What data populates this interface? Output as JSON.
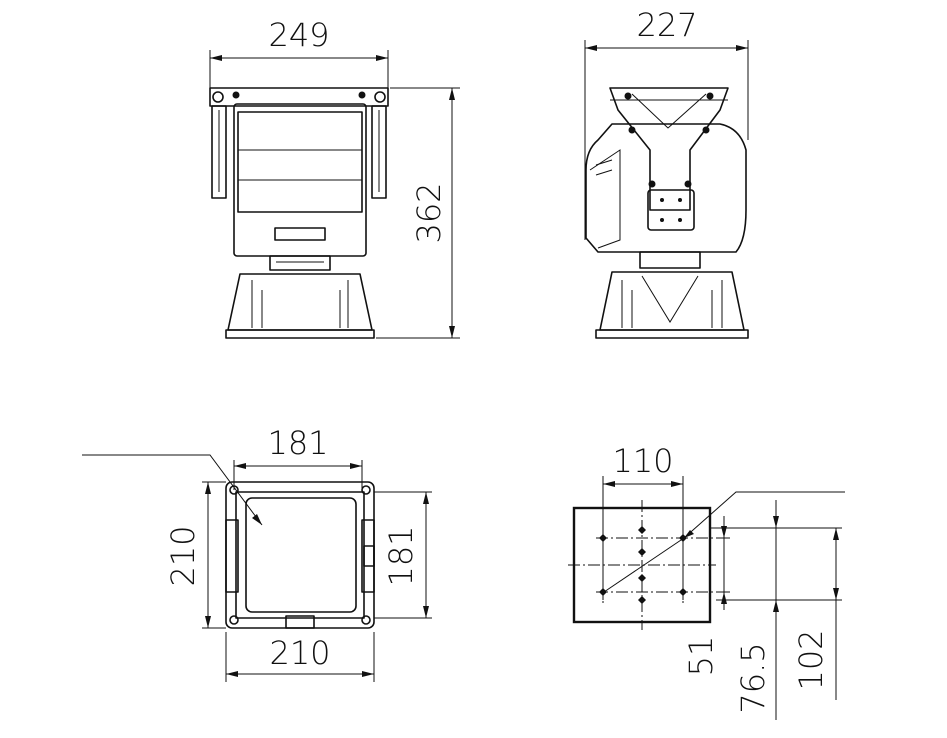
{
  "dimensions": {
    "front_width": "249",
    "side_width": "227",
    "height": "362",
    "top_inner": "181",
    "top_outer_horizontal": "210",
    "top_outer_vertical": "210",
    "top_inner_vertical": "181",
    "mount_hole_spacing": "110",
    "mount_51": "51",
    "mount_76_5": "76.5",
    "mount_102": "102"
  },
  "colors": {
    "line": "#111111",
    "background": "#ffffff"
  }
}
